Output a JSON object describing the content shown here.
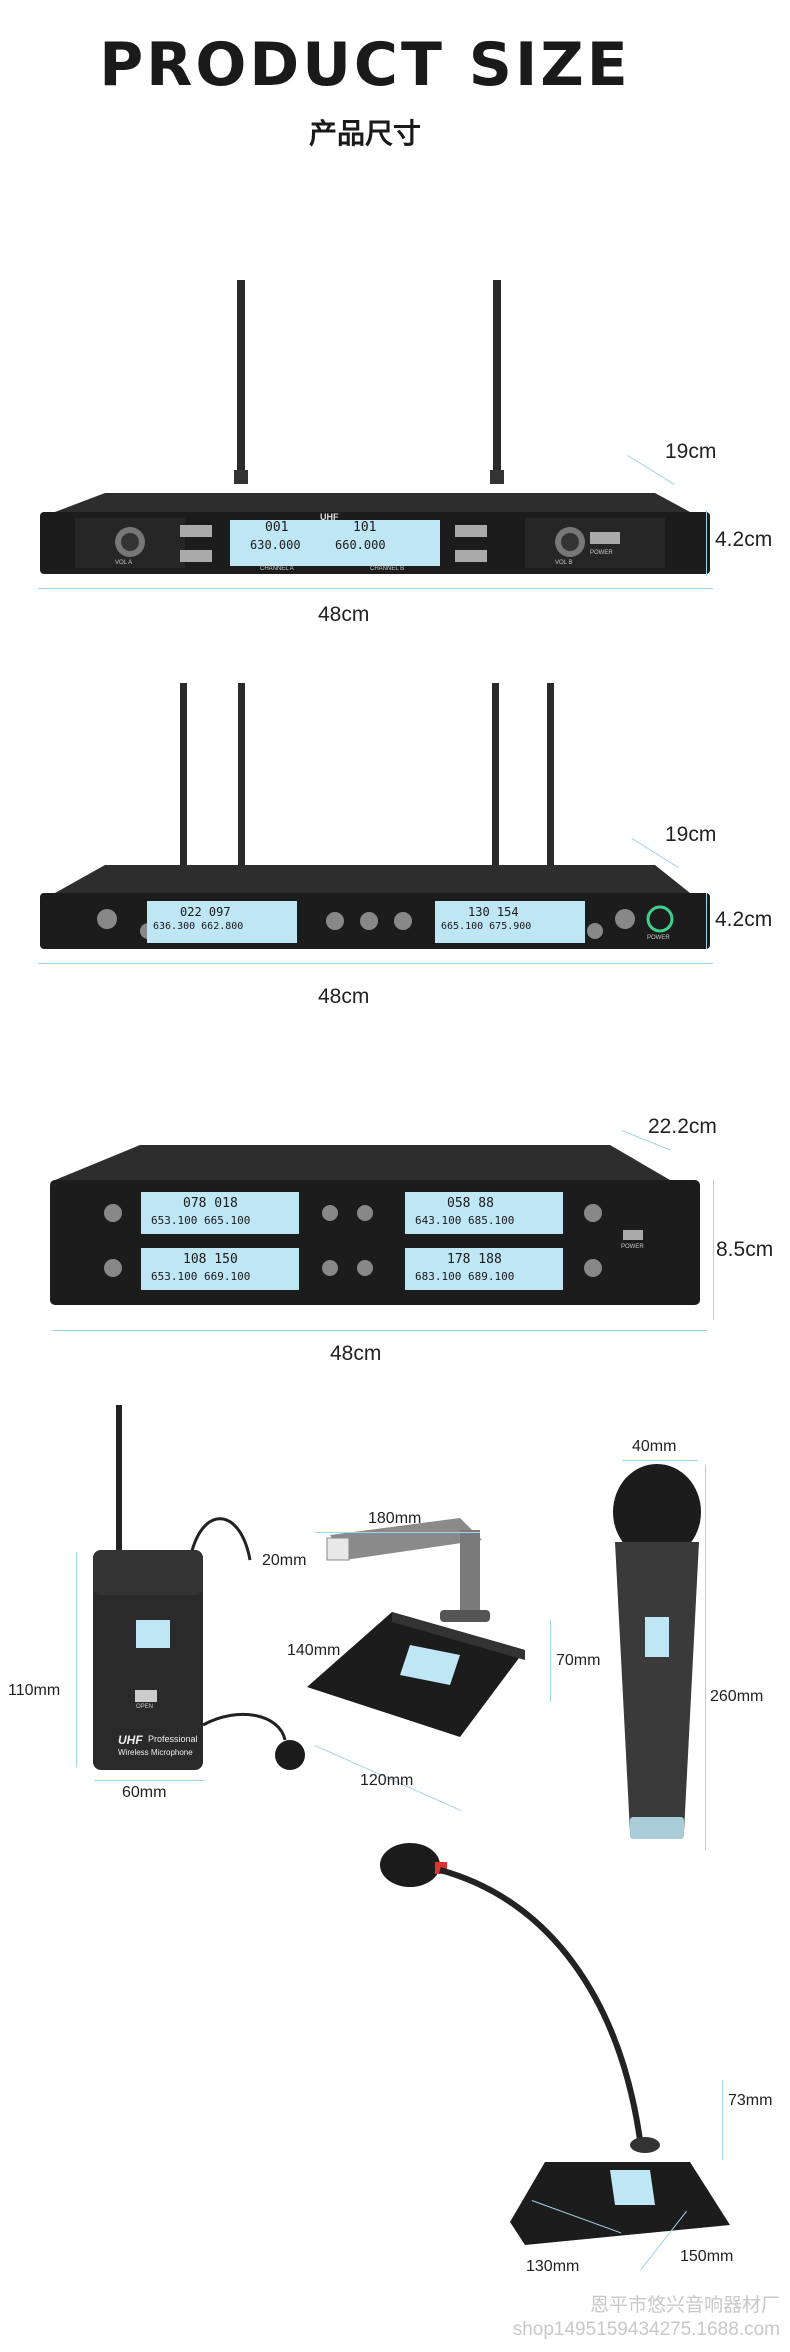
{
  "header": {
    "title": "PRODUCT  SIZE",
    "subtitle": "产品尺寸"
  },
  "receiver1": {
    "depth": "19cm",
    "height": "4.2cm",
    "width": "48cm",
    "brand": "UHF",
    "channel_a_num": "001",
    "channel_b_num": "101",
    "channel_a_freq": "630.000",
    "channel_b_freq": "660.000",
    "channel_a_label": "CHANNEL A",
    "channel_b_label": "CHANNEL B",
    "vol_a": "VOL A",
    "vol_b": "VOL B",
    "power": "POWER"
  },
  "receiver2": {
    "depth": "19cm",
    "height": "4.2cm",
    "width": "48cm",
    "lcd1_top": "022  097",
    "lcd1_freq": "636.300  662.800",
    "lcd2_top": "130  154",
    "lcd2_freq": "665.100  675.900",
    "power": "POWER"
  },
  "receiver3": {
    "depth": "22.2cm",
    "height": "8.5cm",
    "width": "48cm",
    "lcd1_top": "078  018",
    "lcd1_freq": "653.100  665.100",
    "lcd2_top": "058  88",
    "lcd2_freq": "643.100  685.100",
    "lcd3_top": "108  150",
    "lcd3_freq": "653.100  669.100",
    "lcd4_top": "178  188",
    "lcd4_freq": "683.100  689.100",
    "power": "POWER"
  },
  "bodypack": {
    "height": "110mm",
    "width": "60mm",
    "brand": "UHF",
    "brand_line2": "Professional",
    "brand_line3": "Wireless Microphone",
    "open_label": "OPEN"
  },
  "conference_unit": {
    "length": "180mm",
    "head": "20mm",
    "depth": "140mm",
    "height": "70mm",
    "width": "120mm"
  },
  "handheld": {
    "diameter": "40mm",
    "length": "260mm"
  },
  "gooseneck": {
    "height": "73mm",
    "width": "130mm",
    "depth": "150mm"
  },
  "footer": {
    "line1": "恩平市悠兴音响器材厂",
    "line2": "shop1495159434275.1688.com"
  },
  "colors": {
    "guide_line": "#9ed3ec",
    "panel": "#1c1c1c",
    "lcd": "#bfe6f5"
  }
}
